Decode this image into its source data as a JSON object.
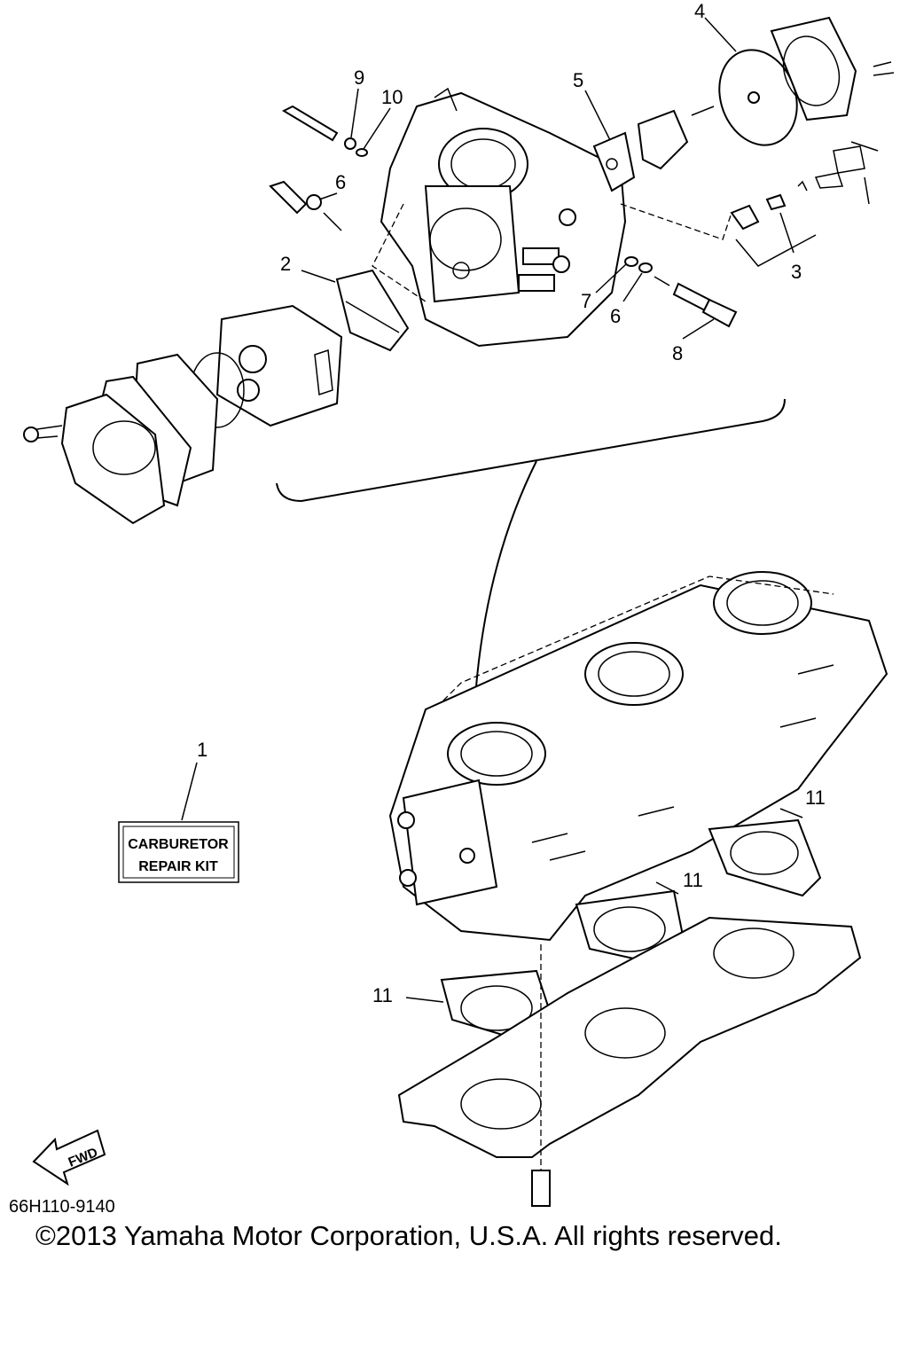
{
  "callouts": {
    "c1": "1",
    "c2": "2",
    "c3": "3",
    "c4": "4",
    "c5": "5",
    "c6a": "6",
    "c6b": "6",
    "c7": "7",
    "c8": "8",
    "c9": "9",
    "c10": "10",
    "c11a": "11",
    "c11b": "11",
    "c11c": "11"
  },
  "kit_label": {
    "line1": "CARBURETOR",
    "line2": "REPAIR KIT"
  },
  "fwd_label": "FWD",
  "diagram_code": "66H110-9140",
  "copyright": "©2013 Yamaha Motor Corporation, U.S.A. All rights reserved."
}
